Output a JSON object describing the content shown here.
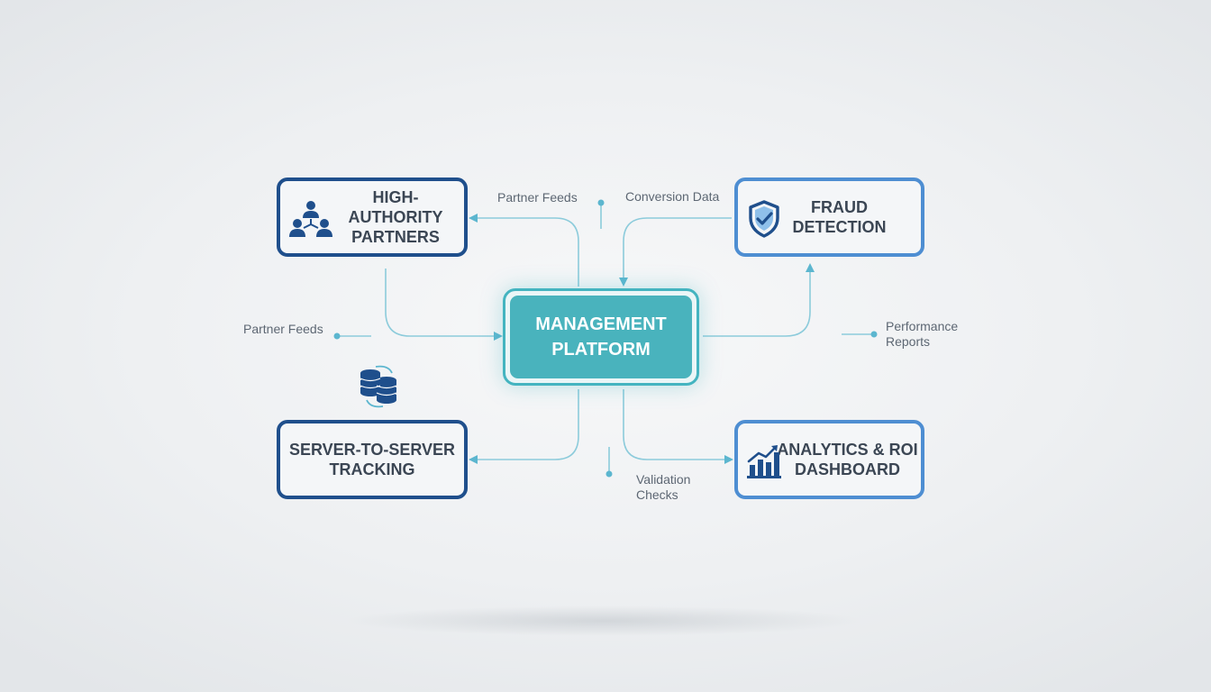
{
  "center": {
    "label": "MANAGEMENT\nPLATFORM"
  },
  "nodes": {
    "partners": {
      "label": "HIGH-AUTHORITY\nPARTNERS",
      "icon": "users-network-icon"
    },
    "fraud": {
      "label": "FRAUD\nDETECTION",
      "icon": "shield-check-icon"
    },
    "tracking": {
      "label": "SERVER-TO-SERVER\nTRACKING",
      "icon": "database-sync-icon"
    },
    "analytics": {
      "label": "ANALYTICS & ROI\nDASHBOARD",
      "icon": "bar-chart-icon"
    }
  },
  "edge_labels": {
    "partner_feeds_top": "Partner Feeds",
    "conversion_data": "Conversion Data",
    "partner_feeds_left": "Partner Feeds",
    "performance_reports": "Performance\nReports",
    "validation_checks": "Validation\nChecks"
  },
  "colors": {
    "dark_border": "#1f4f8c",
    "light_border": "#4e8ed2",
    "center_fill": "#49b3bd",
    "connector": "#7cc3d6"
  }
}
